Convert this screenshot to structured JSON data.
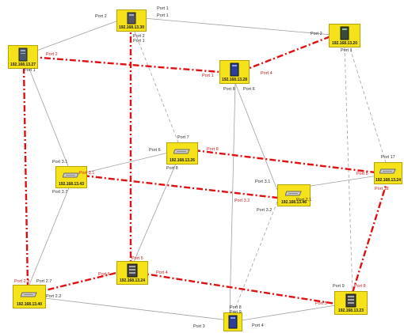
{
  "colors": {
    "node_fill": "#f5e21a",
    "critical_link": "#e01010",
    "normal_link": "#9a9a9a"
  },
  "nodes": [
    {
      "ip": "192.168.13.27",
      "icon": "server-tower-icon"
    },
    {
      "ip": "192.168.13.30",
      "icon": "server-tower-icon"
    },
    {
      "ip": "192.168.13.28",
      "icon": "server-tower-icon"
    },
    {
      "ip": "192.168.13.20",
      "icon": "server-tower-icon"
    },
    {
      "ip": "192.168.13.26",
      "icon": "network-switch-icon"
    },
    {
      "ip": "192.168.13.43",
      "icon": "network-switch-icon"
    },
    {
      "ip": "192.168.13.46",
      "icon": "network-switch-icon"
    },
    {
      "ip": "192.168.13.24",
      "icon": "network-switch-icon"
    },
    {
      "ip": "192.168.13.24",
      "icon": "server-rack-icon"
    },
    {
      "ip": "192.168.13.40",
      "icon": "network-switch-icon"
    },
    {
      "ip": "192.168.13.23",
      "icon": "server-rack-icon"
    },
    {
      "ip": "",
      "icon": "server-tower-icon"
    }
  ],
  "ports": [
    "Port 2",
    "Port 1",
    "Port 2",
    "Port 1",
    "Port 2",
    "Port 1",
    "Port 2",
    "Port 1",
    "Port 1",
    "Port 4",
    "Port 8",
    "Port 6",
    "Port 1",
    "Port 7",
    "Port 8",
    "Port 6",
    "Port 8",
    "Port 17",
    "Port 8",
    "Port 18",
    "Port 3.1",
    "Port 3.1",
    "Port 3.7",
    "Port 3.1",
    "Port 3.2",
    "Port 2.1",
    "Port 3.2",
    "Port 5",
    "Port 6",
    "Port 4",
    "Port 2.8",
    "Port 2.7",
    "Port 2.2",
    "Port 9",
    "Port 8",
    "Port 5",
    "Port 3",
    "Port 4",
    "Port 8",
    "Port 9"
  ]
}
